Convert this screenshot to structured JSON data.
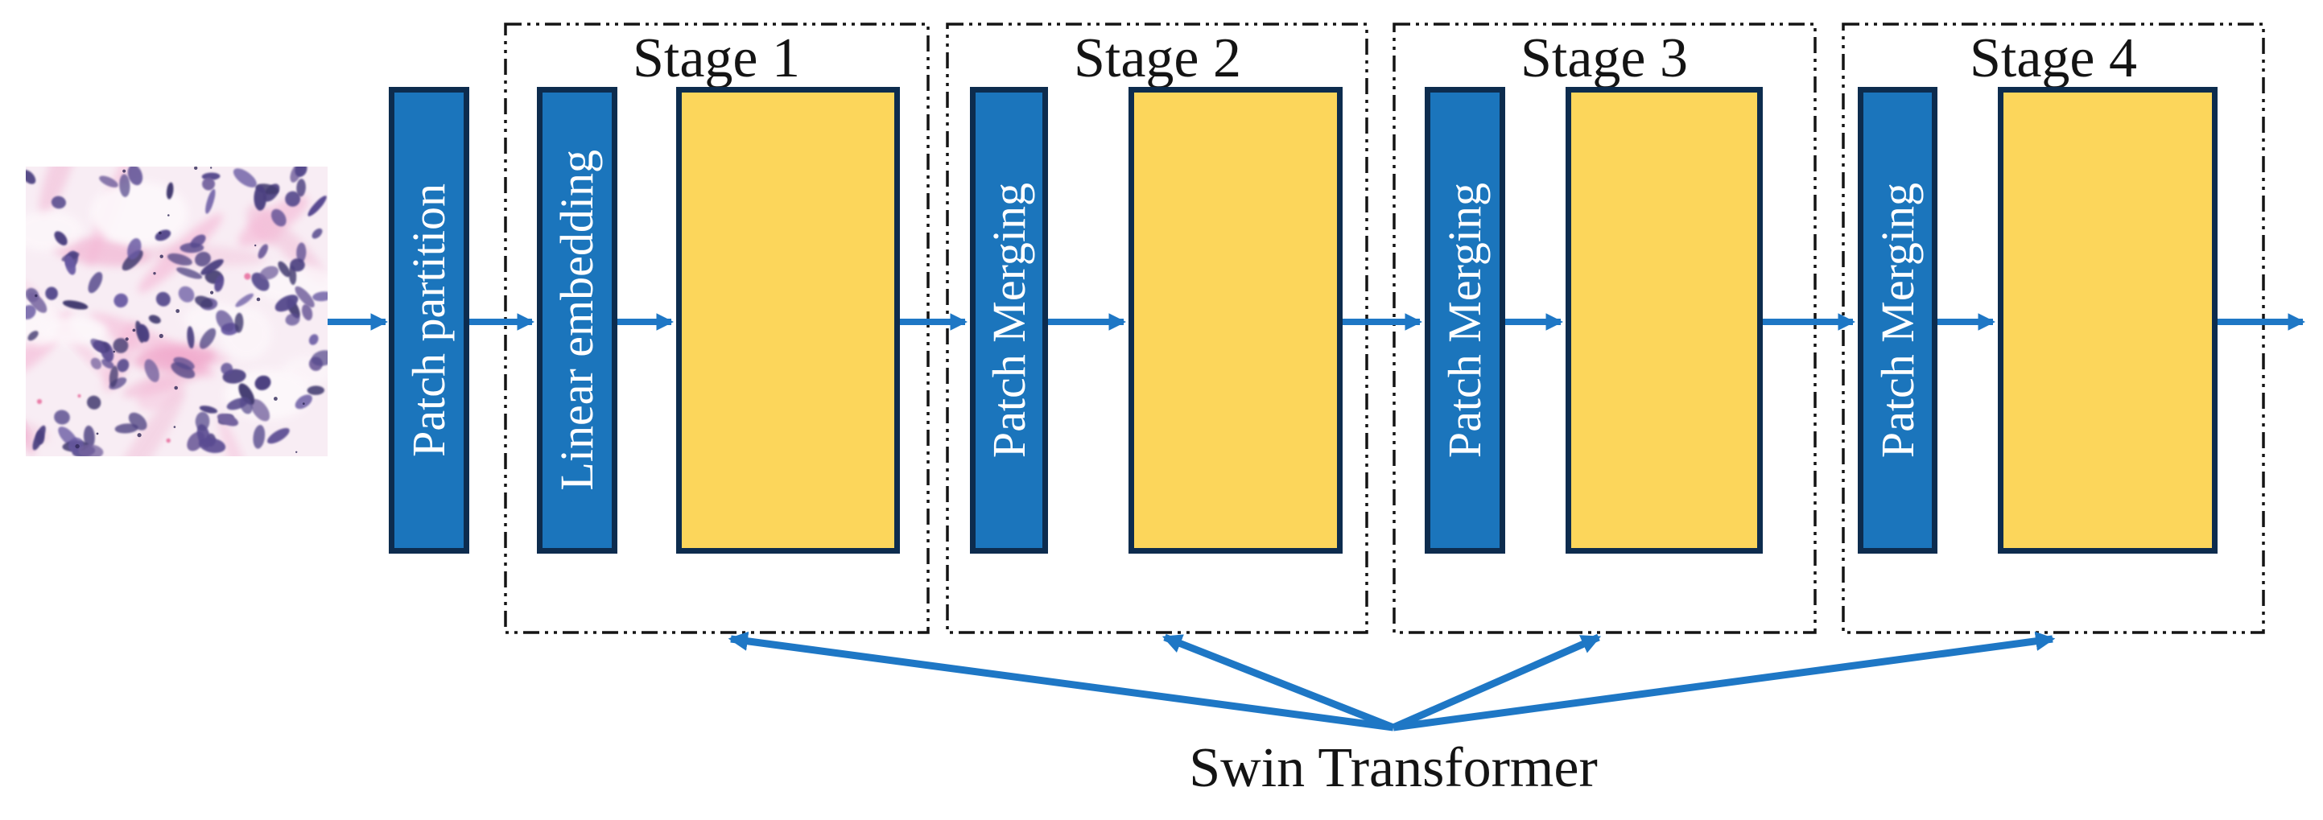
{
  "diagram": {
    "caption": "Swin Transformer",
    "preprocess_block": {
      "label": "Patch partition"
    },
    "stages": [
      {
        "title": "Stage 1",
        "block_label": "Linear embedding"
      },
      {
        "title": "Stage 2",
        "block_label": "Patch Merging"
      },
      {
        "title": "Stage 3",
        "block_label": "Patch Merging"
      },
      {
        "title": "Stage 4",
        "block_label": "Patch Merging"
      }
    ],
    "colors": {
      "process_block_fill": "#1B75BC",
      "block_border": "#0D2C4E",
      "transformer_block_fill": "#FCD65B",
      "arrow": "#1E77C5",
      "outline": "#141414",
      "title_text": "#141414",
      "block_text": "#FFFFFF"
    }
  }
}
